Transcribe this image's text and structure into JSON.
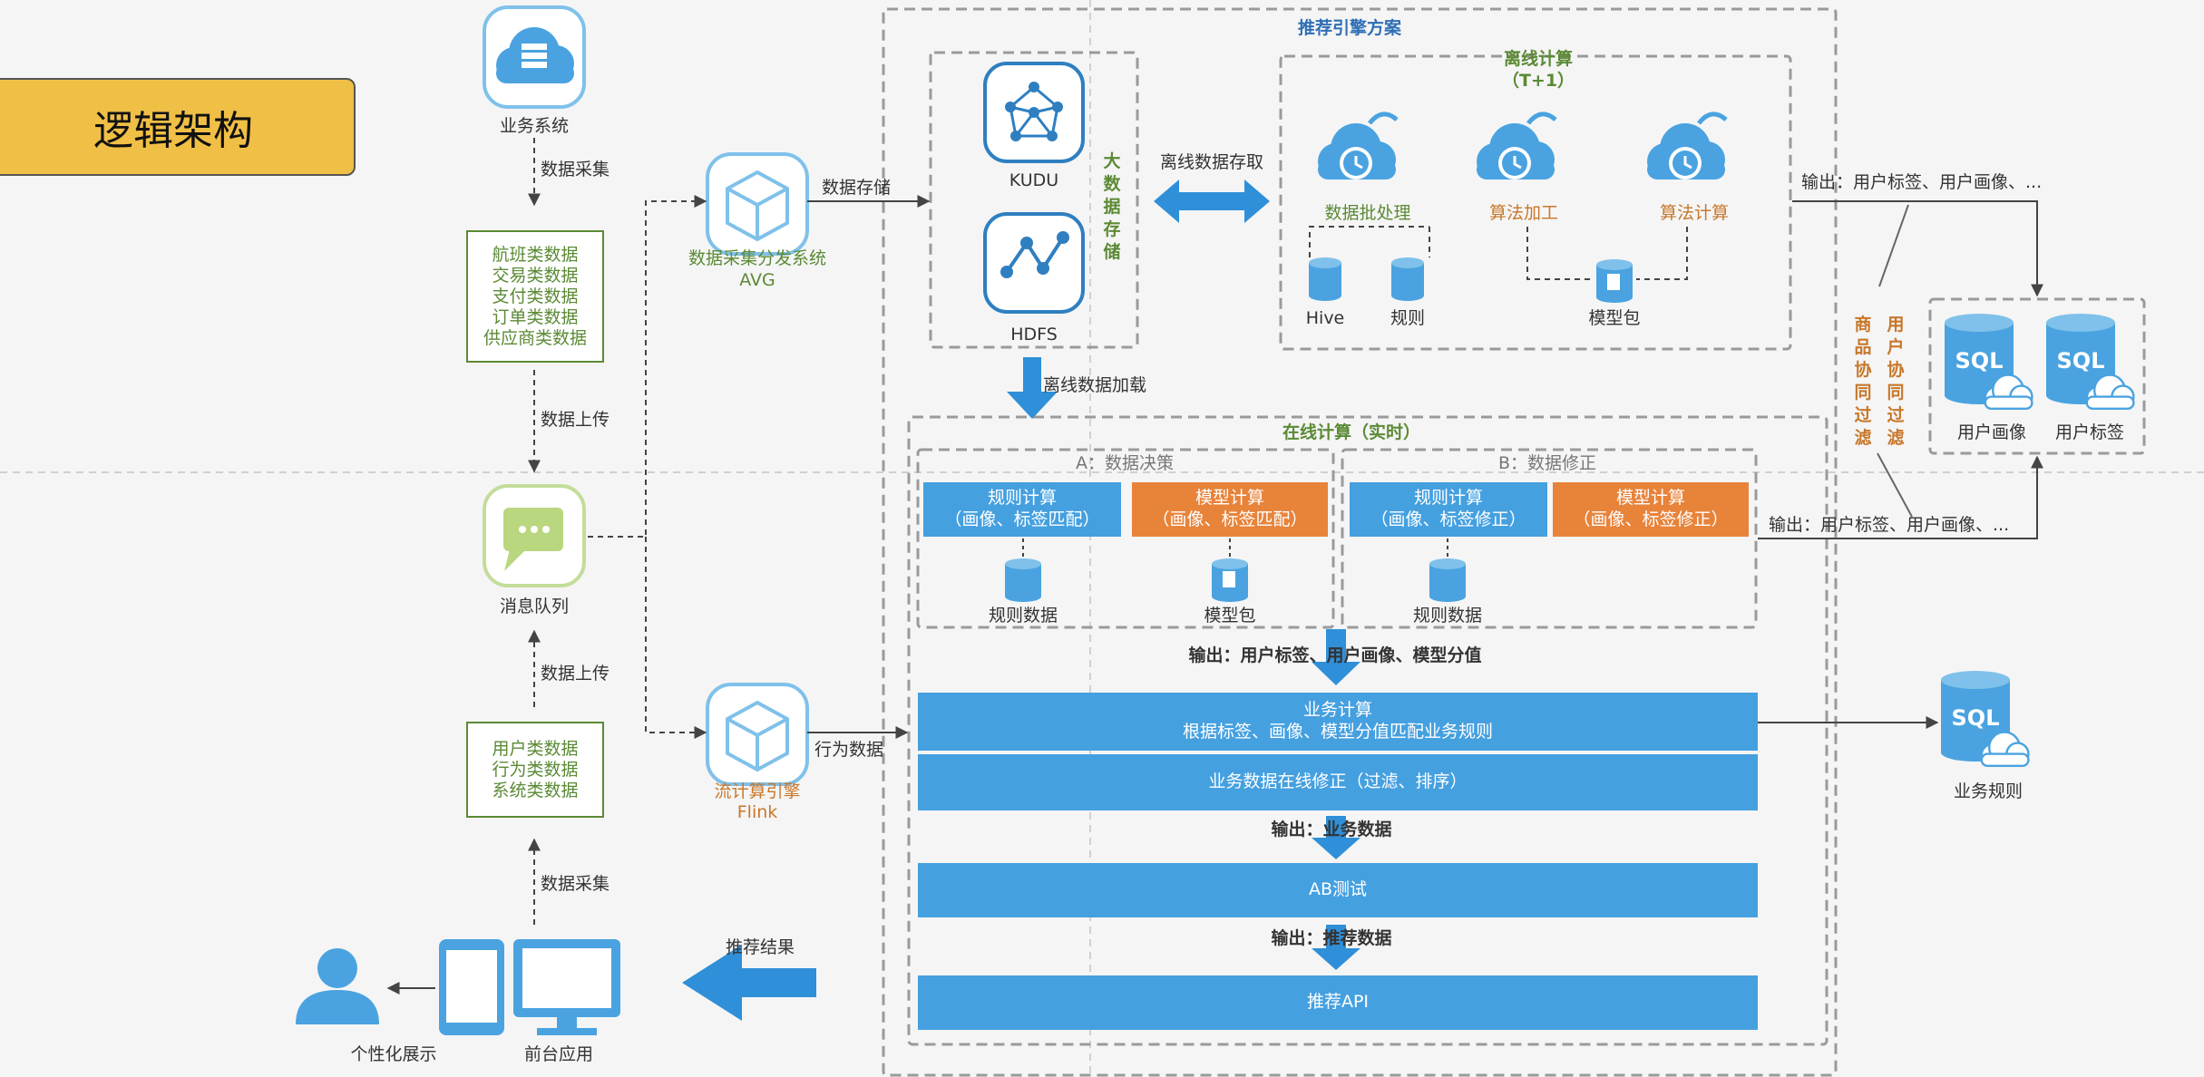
{
  "page_title": "逻辑架构",
  "source_systems": {
    "business_system": "业务系统",
    "data_collect_top": "数据采集",
    "data_upload_mid": "数据上传",
    "message_queue": "消息队列",
    "data_upload_low": "数据上传",
    "data_collect_bottom": "数据采集",
    "upper_data_list": [
      "航班类数据",
      "交易类数据",
      "支付类数据",
      "订单类数据",
      "供应商类数据"
    ],
    "lower_data_list": [
      "用户类数据",
      "行为类数据",
      "系统类数据"
    ]
  },
  "collectors": {
    "avg_name": "数据采集分发系统",
    "avg_sub": "AVG",
    "data_store_label": "数据存储",
    "flink_name": "流计算引擎",
    "flink_sub": "Flink",
    "behavior_label": "行为数据"
  },
  "frontend": {
    "frontend_app": "前台应用",
    "personal_display": "个性化展示",
    "result_label": "推荐结果"
  },
  "engine": {
    "title": "推荐引擎方案",
    "bigdata_vertical": "大数据存储",
    "kudu": "KUDU",
    "hdfs": "HDFS",
    "offline_access": "离线数据存取",
    "offline_load": "离线数据加载",
    "offline_title": "离线计算",
    "offline_sub": "（T+1）",
    "batch": "数据批处理",
    "algo_process": "算法加工",
    "algo_calc": "算法计算",
    "hive": "Hive",
    "rules": "规则",
    "model_pkg": "模型包",
    "online_title": "在线计算（实时）",
    "decision_title": "A：数据决策",
    "correction_title": "B：数据修正",
    "rule_calc_a": "规则计算",
    "rule_calc_a_sub": "（画像、标签匹配）",
    "model_calc_a": "模型计算",
    "model_calc_a_sub": "（画像、标签匹配）",
    "rule_calc_b": "规则计算",
    "rule_calc_b_sub": "（画像、标签修正）",
    "model_calc_b": "模型计算",
    "model_calc_b_sub": "（画像、标签修正）",
    "rule_data_a": "规则数据",
    "model_pkg_a": "模型包",
    "rule_data_b": "规则数据",
    "output_1": "输出：用户标签、用户画像、模型分值",
    "biz_calc_title": "业务计算",
    "biz_calc_sub": "根据标签、画像、模型分值匹配业务规则",
    "biz_online_fix": "业务数据在线修正（过滤、排序）",
    "output_2": "输出：业务数据",
    "ab_test": "AB测试",
    "output_3": "输出：推荐数据",
    "rec_api": "推荐API"
  },
  "outputs": {
    "output_top": "输出：用户标签、用户画像、...",
    "output_mid": "输出：用户标签、用户画像、...",
    "user_cf_vertical": "用户协同过滤",
    "item_cf_vertical": "商品协同过滤",
    "user_profile": "用户画像",
    "user_tags": "用户标签",
    "biz_rules": "业务规则",
    "sql_text": "SQL"
  },
  "colors": {
    "blue": "#45a0e0",
    "orange": "#e8833a",
    "green": "#5b8a35",
    "title_bg": "#f0bf45"
  }
}
